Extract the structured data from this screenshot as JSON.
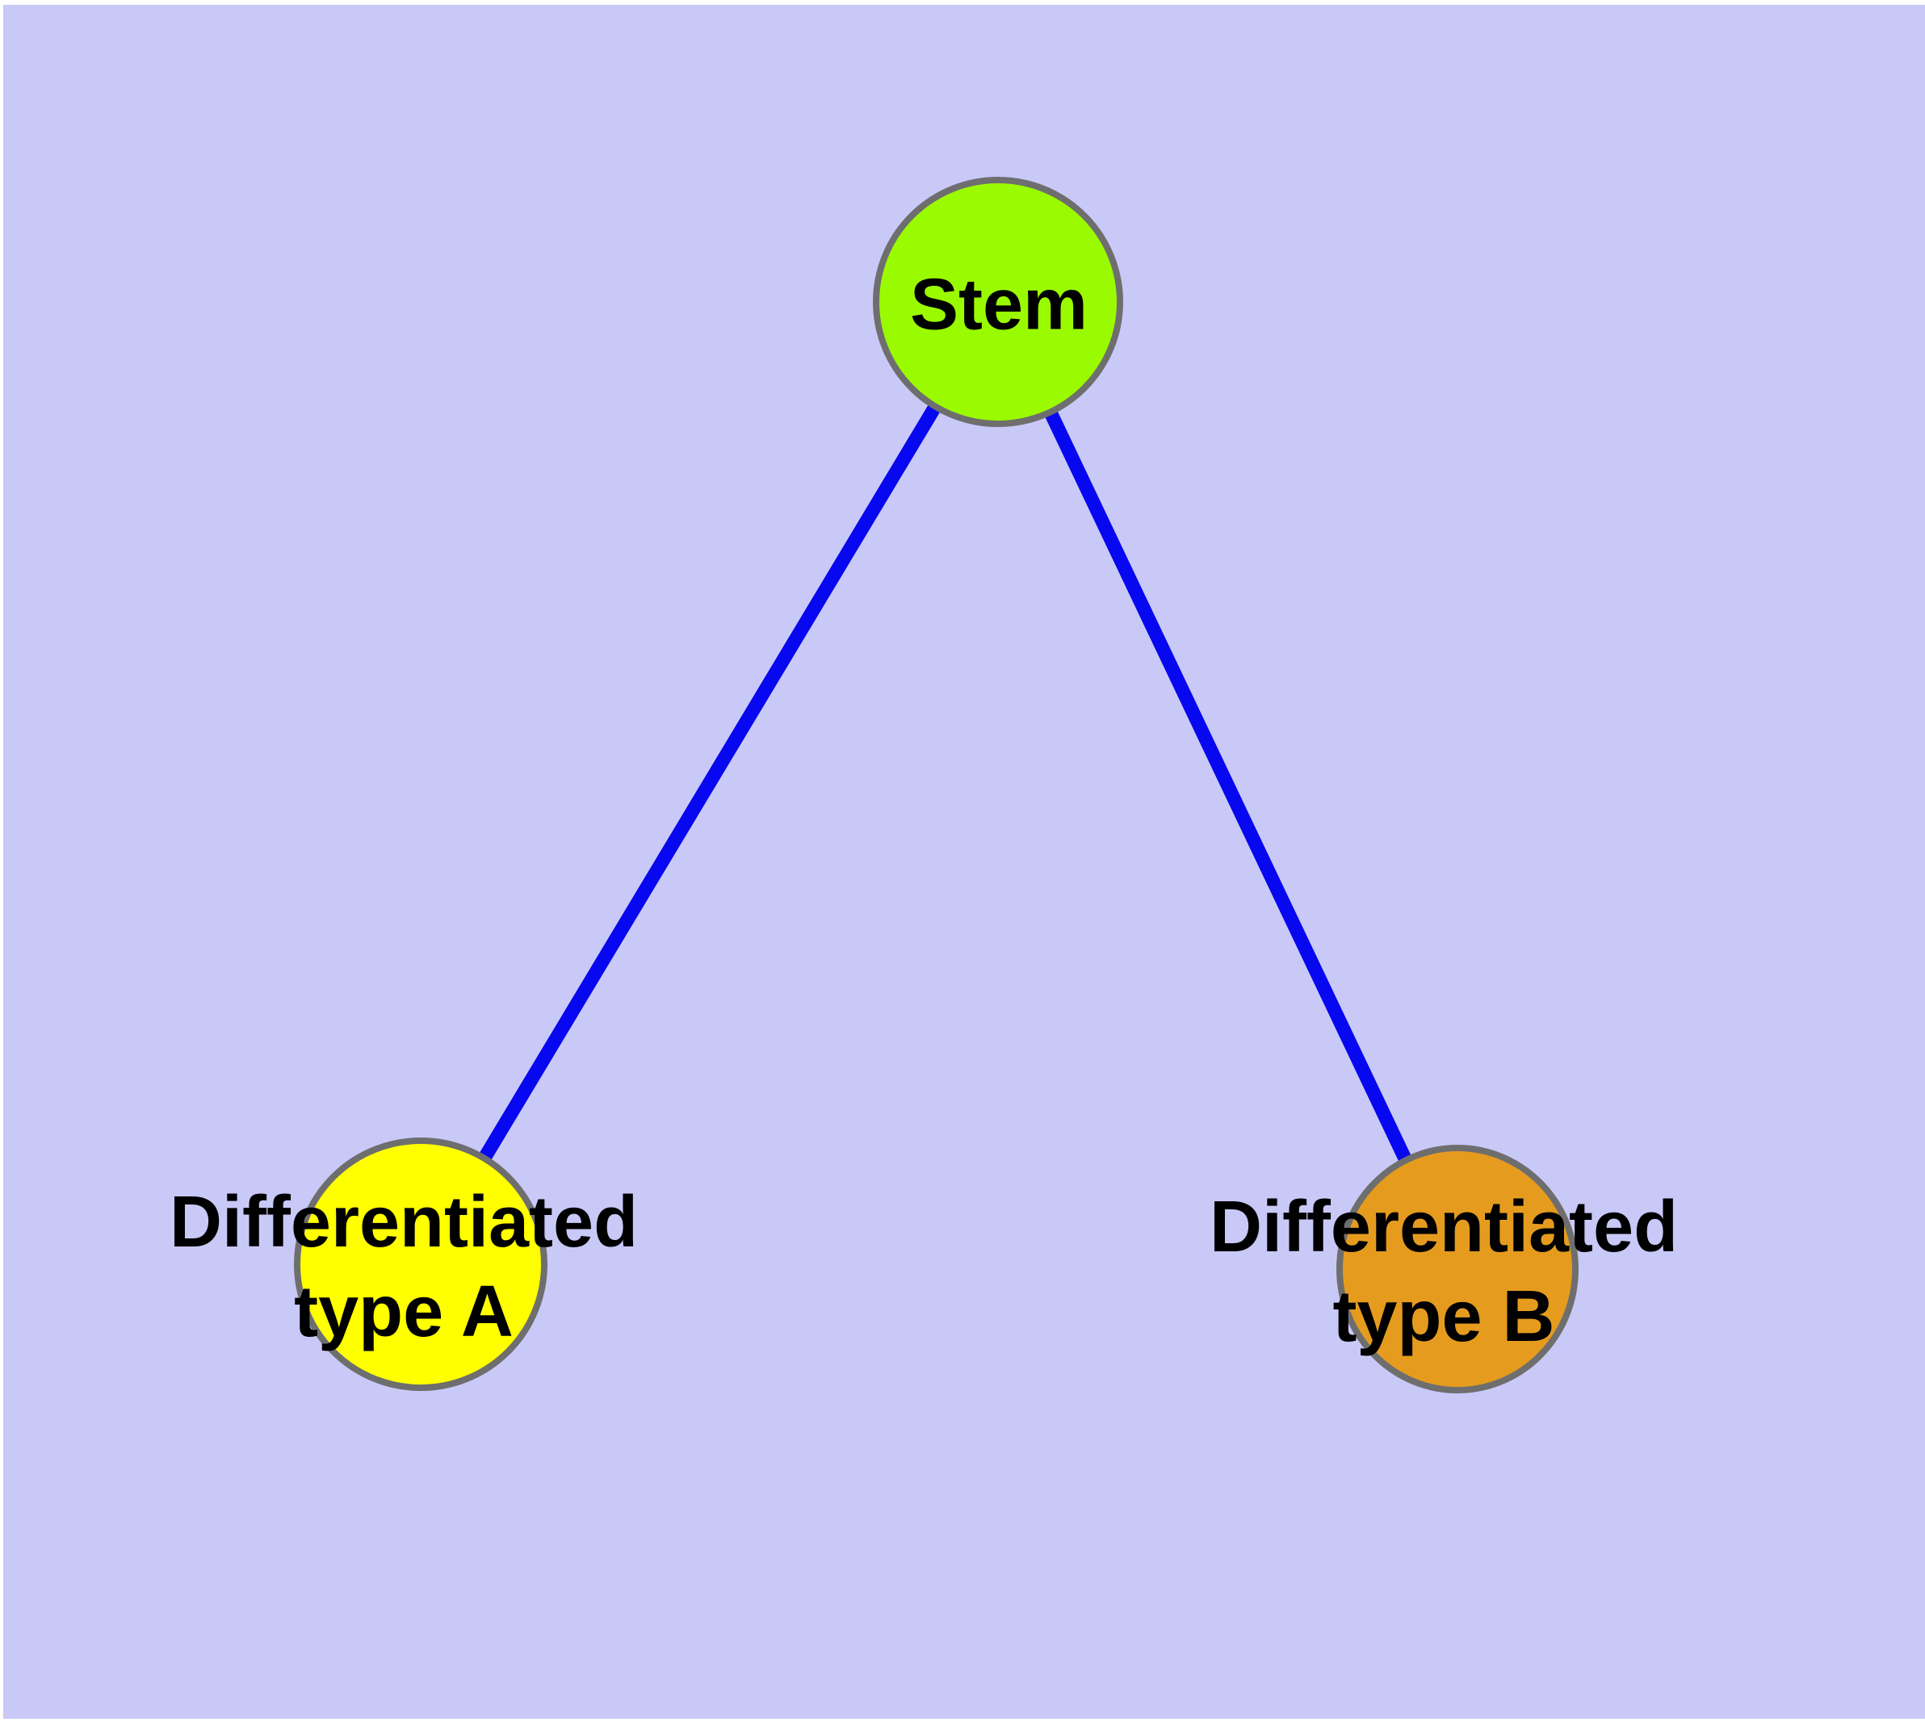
{
  "canvas": {
    "page_color": "#FFFFFF",
    "background_color": "#C9C9F8"
  },
  "edges": {
    "color": "#0707F0",
    "items": [
      {
        "name": "stem-to-differentiated-type-a",
        "from": "Stem",
        "to": "Differentiated type A"
      },
      {
        "name": "stem-to-differentiated-type-b",
        "from": "Stem",
        "to": "Differentiated type B"
      }
    ]
  },
  "nodes": {
    "border_color": "#6E6E6E",
    "text_color": "#000000",
    "items": [
      {
        "id": "stem",
        "label": "Stem",
        "lines": [
          "Stem"
        ],
        "fill_color": "#9AFB00"
      },
      {
        "id": "differentiated-type-a",
        "label": "Differentiated type A",
        "lines": [
          "Differentiated",
          "type A"
        ],
        "fill_color": "#FFFF00"
      },
      {
        "id": "differentiated-type-b",
        "label": "Differentiated type B",
        "lines": [
          "Differentiated",
          "type B"
        ],
        "fill_color": "#E59C1E"
      }
    ]
  }
}
